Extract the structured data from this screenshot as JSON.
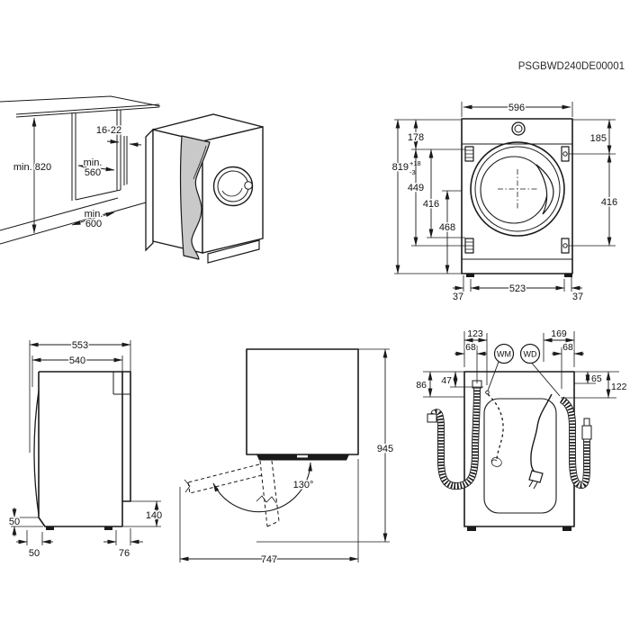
{
  "page": {
    "document_code": "PSGBWD240DE00001"
  },
  "installation_view": {
    "min_height": "min. 820",
    "door_thickness": "16-22",
    "niche_depth_prefix": "min.",
    "niche_depth_value": "560",
    "floor_depth_prefix": "min.",
    "floor_depth_value": "600"
  },
  "front_view": {
    "width": "596",
    "top_to_hinge": "178",
    "height": "819",
    "height_tol_plus": "+18",
    "height_tol_minus": "-3",
    "hinge_span_left": "449",
    "inner_span_left": "416",
    "center_to_bottom": "468",
    "top_to_hinge_right": "185",
    "hinge_span_right": "416",
    "foot_offset_left": "37",
    "foot_span": "523",
    "foot_offset_right": "37"
  },
  "side_view": {
    "depth_total": "553",
    "depth_body": "540",
    "front_corner_height": "50",
    "front_foot_inset": "50",
    "rear_recess_depth": "76",
    "rear_recess_height": "140"
  },
  "door_swing_view": {
    "swing_angle": "130°",
    "depth_door_open": "747",
    "height_door_open": "945"
  },
  "rear_view": {
    "wm_badge": "WM",
    "wd_badge": "WD",
    "wm_hose_offset": "123",
    "drain_hose_offset": "68",
    "right_offset": "169",
    "wd_hose_offset": "68",
    "drain_height": "86",
    "wm_inlet_height": "47",
    "wd_inlet_height": "65",
    "cord_height": "122"
  }
}
